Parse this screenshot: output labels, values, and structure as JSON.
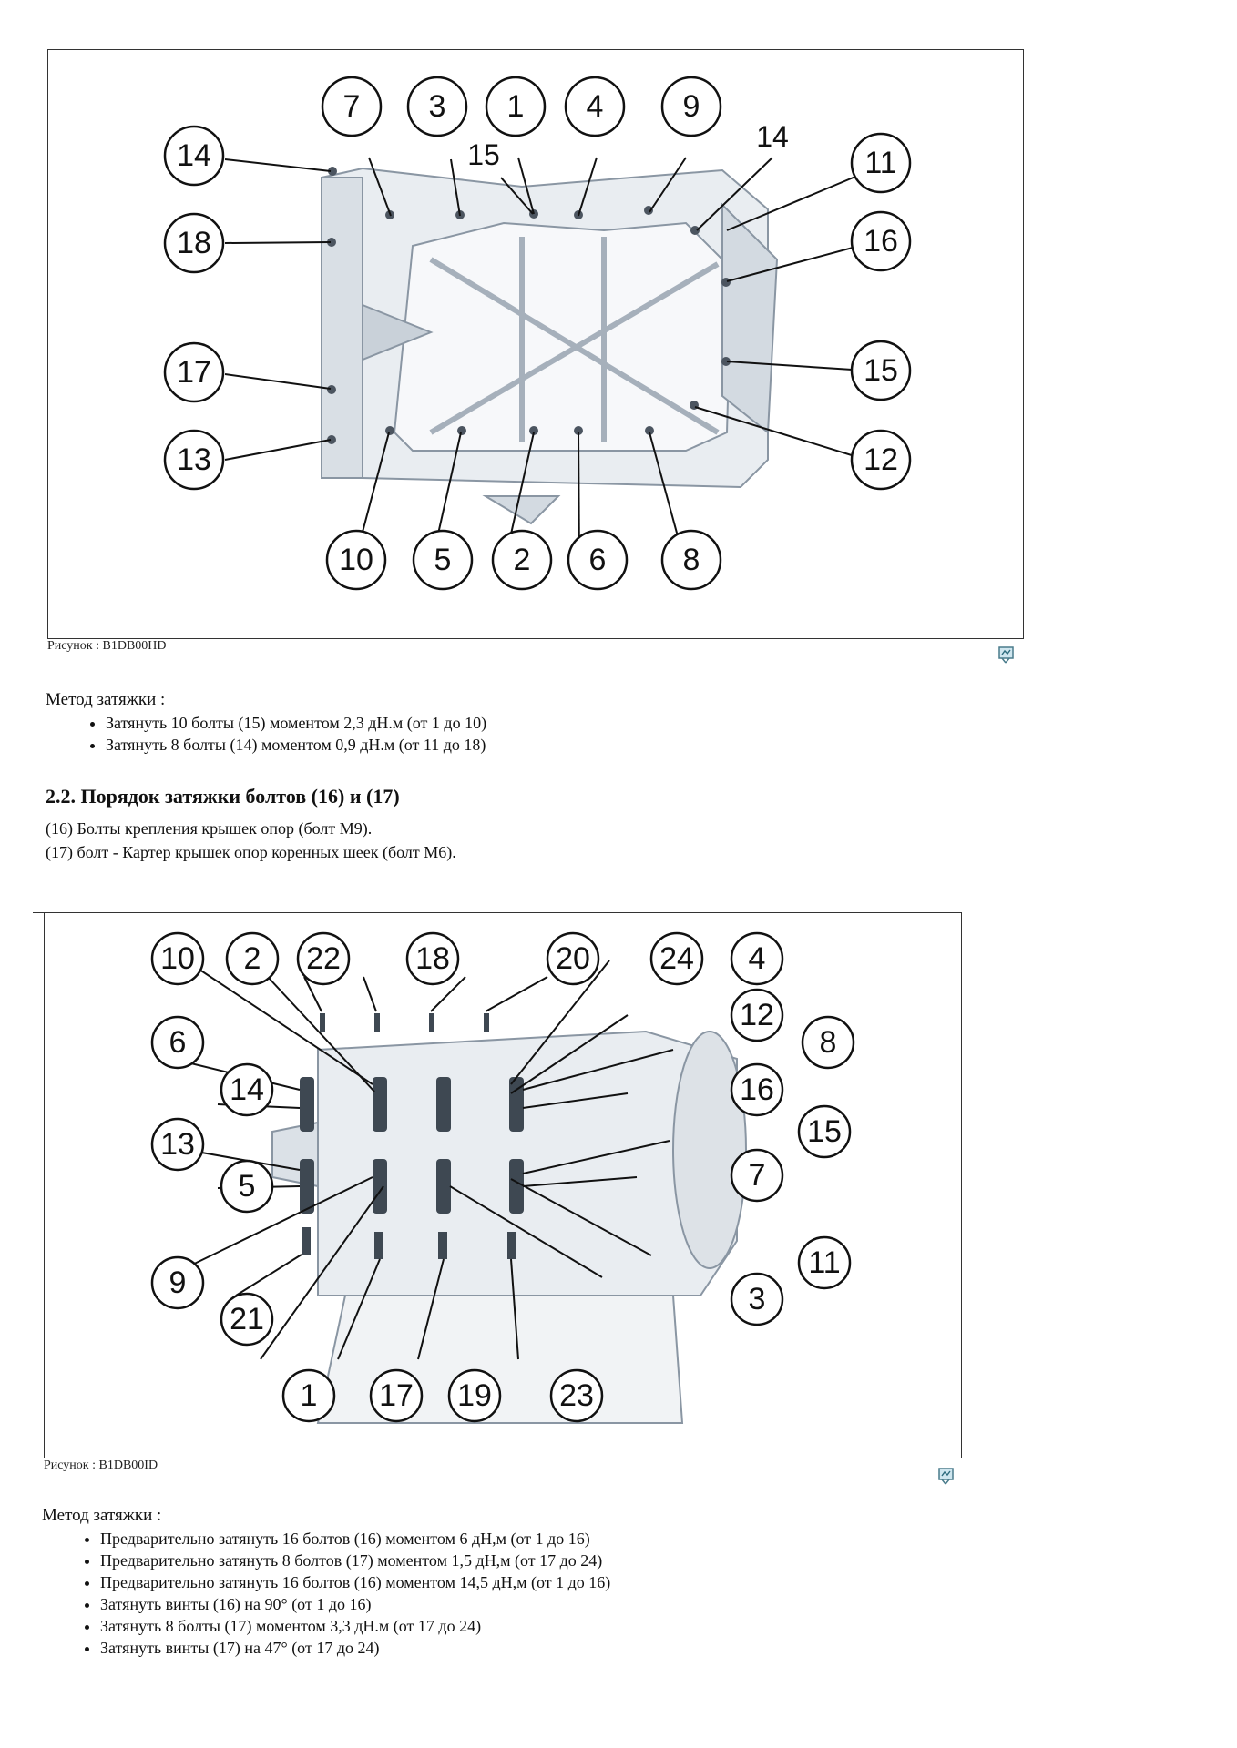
{
  "figure1": {
    "caption": "Рисунок : B1DB00HD",
    "icon": "image-view-icon",
    "callouts": [
      "7",
      "3",
      "1",
      "4",
      "9",
      "14",
      "18",
      "17",
      "13",
      "11",
      "16",
      "15",
      "12",
      "10",
      "5",
      "2",
      "6",
      "8"
    ],
    "free_labels": [
      "15",
      "14"
    ]
  },
  "method1": {
    "title": "Метод затяжки :",
    "steps": [
      "Затянуть 10 болты (15) моментом 2,3 дН.м  (от 1 до 10)",
      "Затянуть 8 болты (14) моментом 0,9 дН.м  (от 11 до 18)"
    ]
  },
  "section": {
    "heading": "2.2. Порядок затяжки болтов (16) и (17)",
    "lines": [
      "(16) Болты крепления крышек опор (болт M9).",
      "(17)  болт - Картер крышек опор коренных шеек (болт M6)."
    ]
  },
  "figure2": {
    "caption": "Рисунок : B1DB00ID",
    "icon": "image-view-icon",
    "callouts": [
      "10",
      "2",
      "22",
      "18",
      "20",
      "24",
      "4",
      "6",
      "14",
      "12",
      "8",
      "16",
      "13",
      "5",
      "15",
      "7",
      "9",
      "11",
      "21",
      "3",
      "1",
      "17",
      "19",
      "23"
    ]
  },
  "method2": {
    "title": "Метод затяжки :",
    "steps": [
      "Предварительно затянуть 16 болтов (16) моментом 6 дН,м (от 1 до 16)",
      "Предварительно затянуть 8 болтов (17) моментом 1,5 дН,м (от 17 до 24)",
      "Предварительно затянуть 16 болтов (16) моментом 14,5 дН,м (от 1 до 16)",
      "Затянуть винты (16) на 90° (от 1 до 16)",
      "Затянуть 8 болты (17) моментом 3,3 дН.м  (от 17 до 24)",
      "Затянуть винты (17) на 47° (от 17 до 24)"
    ]
  }
}
